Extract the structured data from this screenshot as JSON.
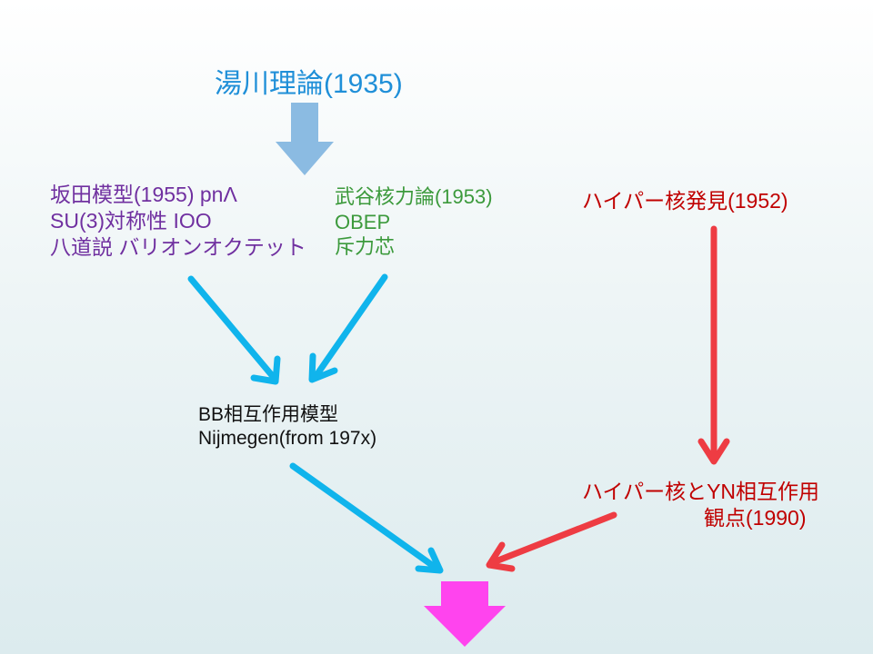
{
  "colors": {
    "title": "#1f8fd8",
    "sakata": "#7030a0",
    "taketani": "#3c9a3c",
    "hyper": "#c00000",
    "bb": "#111111",
    "arrow_top": "#8bbbe2",
    "arrow_blue": "#10b4ec",
    "arrow_red": "#ee3c43",
    "arrow_magenta": "#ff44ee"
  },
  "title": {
    "text": "湯川理論(1935)"
  },
  "sakata": {
    "lines": [
      "坂田模型(1955) pnΛ",
      "SU(3)対称性 IOO",
      "八道説 バリオンオクテット"
    ]
  },
  "taketani": {
    "lines": [
      "武谷核力論(1953)",
      "OBEP",
      "斥力芯"
    ]
  },
  "hyper_discovery": {
    "text": "ハイパー核発見(1952)"
  },
  "bb_model": {
    "lines": [
      "BB相互作用模型",
      "Nijmegen(from 197x)"
    ]
  },
  "hyper_yn": {
    "lines": [
      "ハイパー核とYN相互作用",
      "観点(1990)"
    ]
  },
  "arrows": [
    {
      "name": "yukawa-down-arrow",
      "kind": "block",
      "color": "arrow_top"
    },
    {
      "name": "sakata-to-bb-arrow",
      "kind": "line",
      "color": "arrow_blue"
    },
    {
      "name": "taketani-to-bb-arrow",
      "kind": "line",
      "color": "arrow_blue"
    },
    {
      "name": "hyper-discovery-to-yn-arrow",
      "kind": "line",
      "color": "arrow_red"
    },
    {
      "name": "bb-to-result-arrow",
      "kind": "line",
      "color": "arrow_blue"
    },
    {
      "name": "yn-to-result-arrow",
      "kind": "line",
      "color": "arrow_red"
    },
    {
      "name": "result-down-arrow",
      "kind": "block",
      "color": "arrow_magenta"
    }
  ]
}
